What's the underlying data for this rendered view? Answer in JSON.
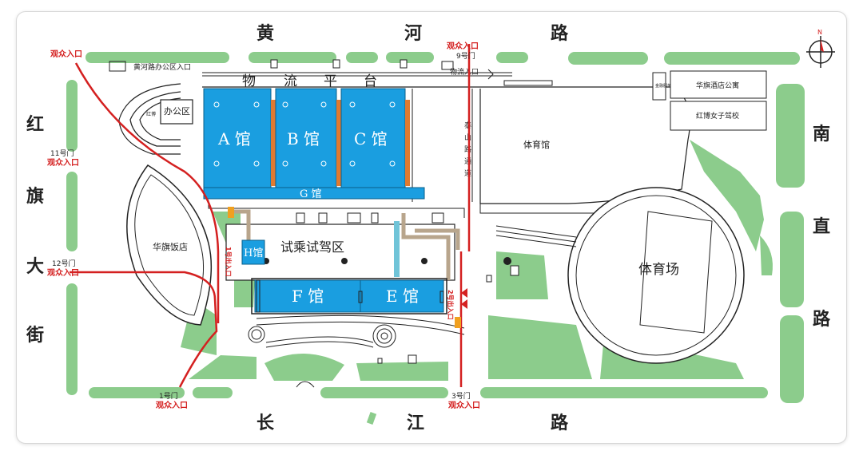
{
  "roads": {
    "north": [
      "黄",
      "河",
      "路"
    ],
    "south": [
      "长",
      "江",
      "路"
    ],
    "west": [
      "红",
      "旗",
      "大",
      "街"
    ],
    "east": [
      "南",
      "直",
      "路"
    ]
  },
  "halls": {
    "a": "A 馆",
    "b": "B 馆",
    "c": "C 馆",
    "e": "E 馆",
    "f": "F 馆",
    "g": "G   馆",
    "h": "H馆"
  },
  "areas": {
    "logistics": [
      "物",
      "流",
      "平",
      "台"
    ],
    "test_drive": "试乘试驾区",
    "gym": "体育馆",
    "stadium": "体育场",
    "hotel": "华旗饭店",
    "office": "办公区",
    "office_small": "红博",
    "hotel_apartment": "华旗酒店公寓",
    "driving_school": "红博女子驾校",
    "taishan_road": [
      "泰",
      "山",
      "路",
      "通",
      "道"
    ],
    "small_building": "金融服务",
    "huanghe_office_entrance": "黄河路办公区入口",
    "logistics_entrance": "物流入口"
  },
  "gates": {
    "audience": "观众入口",
    "g9": "9号门",
    "g11": "11号门",
    "g12": "12号门",
    "g1": "1号门",
    "g3": "3号门",
    "exit1": "1号出入口",
    "exit2": "2号出入口"
  },
  "compass": {
    "north": "N"
  },
  "colors": {
    "hall_blue": "#1a9ee0",
    "green": "#8ccc8c",
    "route_red": "#d42020",
    "walkway_tan": "#b8a58c",
    "walkway_teal": "#70c4d8"
  }
}
